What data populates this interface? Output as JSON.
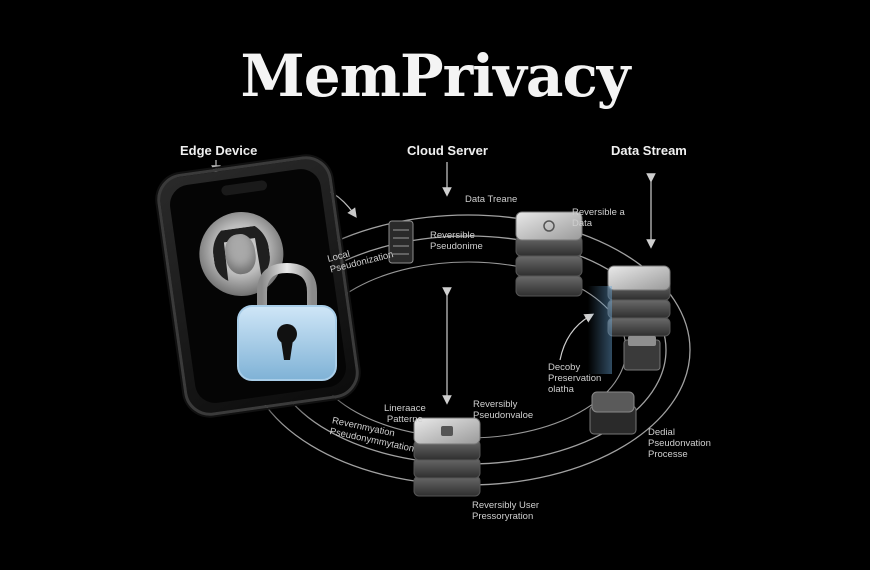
{
  "title": "MemPrivacy",
  "headers": {
    "edge_device": "Edge Device",
    "cloud_server": "Cloud Server",
    "data_stream": "Data Stream"
  },
  "labels": {
    "local_pseudonization": "Local\nPseudonization",
    "data_treane": "Data Treane",
    "reversible_pseudonime": "Reversible\nPseudonime",
    "reversible_data": "Reversible a\nData",
    "decoby_preservation": "Decoby\nPreservation\nolatha",
    "reversibly_pseudonvaloe": "Reversibly\nPseudonvaloe",
    "lineraace_patterne": "Lineraace\nPatterne",
    "reversible_pseudonymization": "Revernmyation\nPseudonymmytation",
    "dedial_pseudonvation": "Dedial\nPseudonvation\nProcesse",
    "reversibly_user": "Reversibly User\nPressoryration"
  },
  "icons": [
    "arrow-down-icon",
    "double-arrow-icon",
    "curved-arrow-icon",
    "lock-icon",
    "server-stack-icon",
    "phone-icon",
    "avatar-icon"
  ]
}
